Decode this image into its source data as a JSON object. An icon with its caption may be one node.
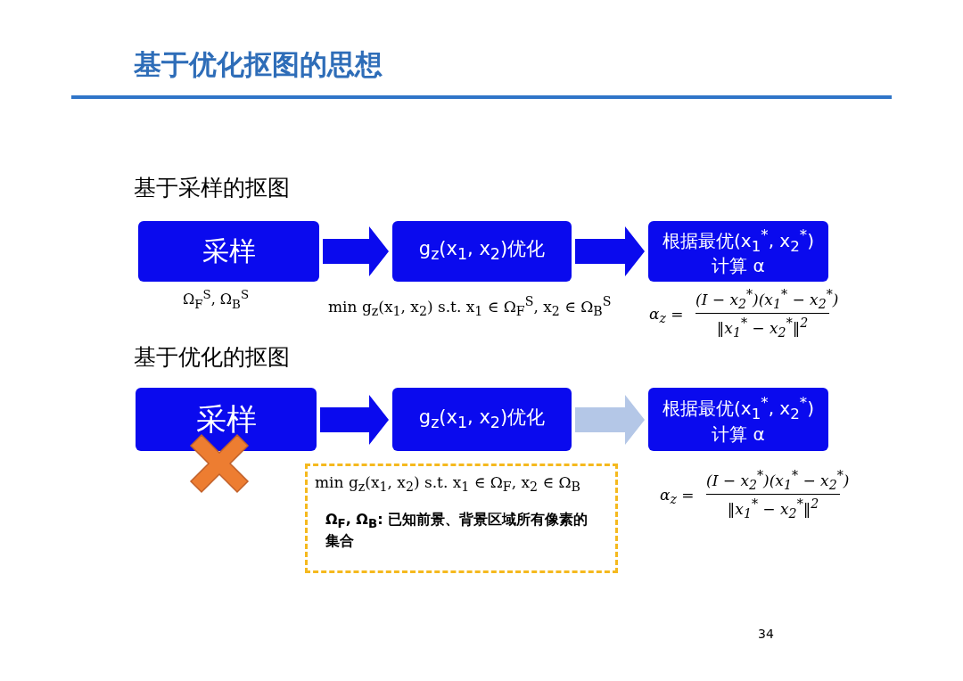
{
  "diagram": {
    "title": "基于优化抠图的思想",
    "nodes": [
      {
        "text": [
          "采样"
        ],
        "beside": [
          "Ω$_{F}$$^{S}$, Ω$_{B}$$^{S}$"
        ]
      },
      {
        "text": [
          "g$_{z}$(x$_{1}$, x$_{2}$)优化"
        ],
        "beside": [
          "min g$_{z}$(x$_{1}$, x$_{2}$)  s.t. x$_{1}$ ∈ Ω$_{F}$$^{S}$, x$_{2}$ ∈ Ω$_{B}$$^{S}$"
        ]
      },
      {
        "text": [
          "根据最优(x$_{1}$$^{*}$, x$_{2}$$^{*}$) 计算 α"
        ]
      },
      {
        "text": [
          "采样"
        ]
      },
      {
        "text": [
          "g$_{z}$(x$_{1}$, x$_{2}$)优化"
        ]
      },
      {
        "text": [
          "根据最优(x$_{1}$$^{*}$, x$_{2}$$^{*}$) 计算 α"
        ]
      },
      {
        "text": [
          "min g$_{z}$(x$_{1}$, x$_{2}$)  s.t. x$_{1}$ ∈ Ω$_{F}$, x$_{2}$ ∈ Ω$_{B}$",
          "Ω$_{F}$, Ω$_{B}$: 已知前景、背景区域所有像素的集合"
        ]
      }
    ],
    "edges": [
      {
        "from": 0,
        "to": 1,
        "arrow": "to"
      },
      {
        "from": 1,
        "to": 2,
        "arrow": "to"
      },
      {
        "from": 3,
        "to": 4,
        "arrow": "to"
      },
      {
        "from": 4,
        "to": 5,
        "arrow": "to",
        "color": "#b4c7e7"
      }
    ],
    "labels": [
      "基于采样的抠图",
      "α$_{z}$ =",
      "(I − x$_{2}$$^{*}$)(x$_{1}$$^{*}$ − x$_{2}$$^{*}$)",
      "‖x$_{1}$$^{*}$ − x$_{2}$$^{*}$‖$^{2}$",
      "基于优化的抠图",
      "α$_{z}$ =",
      "(I − x$_{2}$$^{*}$)(x$_{1}$$^{*}$ − x$_{2}$$^{*}$)",
      "‖x$_{1}$$^{*}$ − x$_{2}$$^{*}$‖$^{2}$",
      "34"
    ]
  }
}
